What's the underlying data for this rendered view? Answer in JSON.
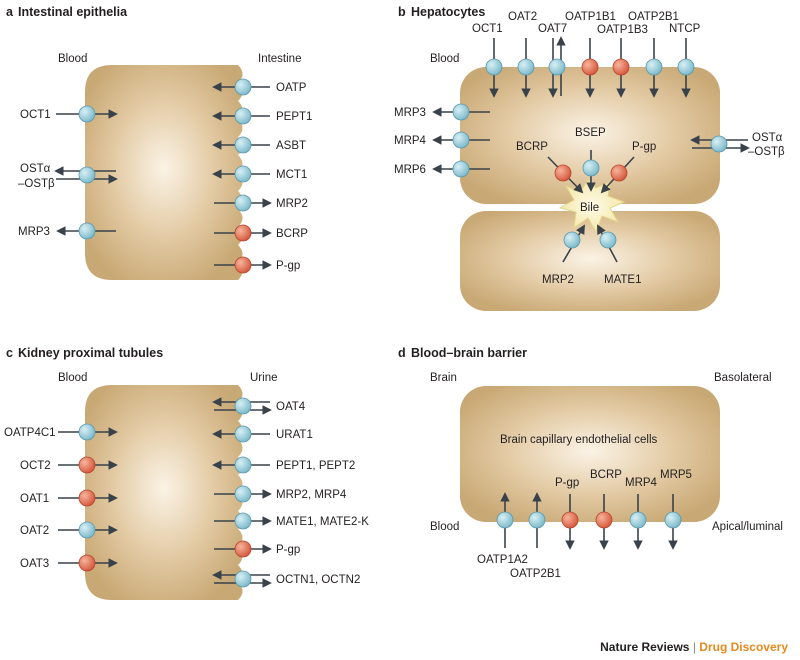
{
  "panels": {
    "a": {
      "letter": "a",
      "title": "Intestinal epithelia",
      "left": "Blood",
      "right": "Intestine",
      "transporters": [
        "OCT1",
        "OSTα",
        "–OSTβ",
        "MRP3",
        "OATP",
        "PEPT1",
        "ASBT",
        "MCT1",
        "MRP2",
        "BCRP",
        "P-gp"
      ]
    },
    "b": {
      "letter": "b",
      "title": "Hepatocytes",
      "left": "Blood",
      "bile": "Bile",
      "transporters": [
        "OCT1",
        "OAT2",
        "OAT7",
        "OATP1B1",
        "OATP1B3",
        "OATP2B1",
        "NTCP",
        "MRP3",
        "MRP4",
        "MRP6",
        "BCRP",
        "BSEP",
        "P-gp",
        "OSTα",
        "–OSTβ",
        "MRP2",
        "MATE1"
      ]
    },
    "c": {
      "letter": "c",
      "title": "Kidney proximal tubules",
      "left": "Blood",
      "right": "Urine",
      "transporters": [
        "OATP4C1",
        "OCT2",
        "OAT1",
        "OAT2",
        "OAT3",
        "OAT4",
        "URAT1",
        "PEPT1, PEPT2",
        "MRP2, MRP4",
        "MATE1, MATE2-K",
        "P-gp",
        "OCTN1, OCTN2"
      ]
    },
    "d": {
      "letter": "d",
      "title": "Blood–brain barrier",
      "top_left": "Brain",
      "top_right": "Basolateral",
      "bottom_left": "Blood",
      "bottom_right": "Apical/luminal",
      "cell": "Brain capillary endothelial cells",
      "transporters": [
        "P-gp",
        "BCRP",
        "MRP4",
        "MRP5",
        "OATP1A2",
        "OATP2B1"
      ]
    }
  },
  "footer": {
    "journal": "Nature Reviews",
    "separator": "|",
    "section": "Drug Discovery"
  },
  "colors": {
    "blue": "#8ec9d7",
    "red": "#e06a4e",
    "cell": "#d5b98d",
    "arrow": "#39424a",
    "accent": "#e58a1f"
  }
}
